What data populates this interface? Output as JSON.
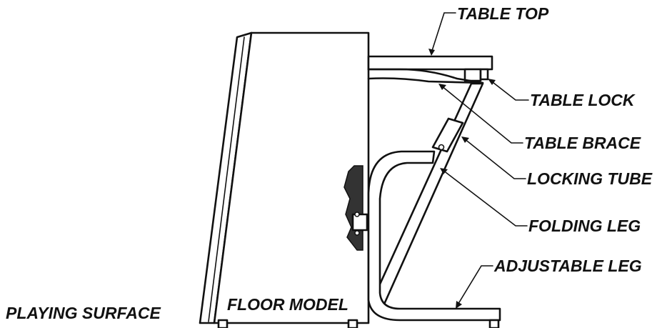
{
  "labels": {
    "table_top": "TABLE TOP",
    "table_lock": "TABLE LOCK",
    "table_brace": "TABLE BRACE",
    "locking_tube": "LOCKING TUBE",
    "folding_leg": "FOLDING LEG",
    "adjustable_leg": "ADJUSTABLE LEG",
    "playing_surface": "PLAYING SURFACE",
    "floor_model": "FLOOR MODEL"
  },
  "colors": {
    "line": "#111111",
    "background": "#ffffff",
    "shading": "#333333"
  }
}
